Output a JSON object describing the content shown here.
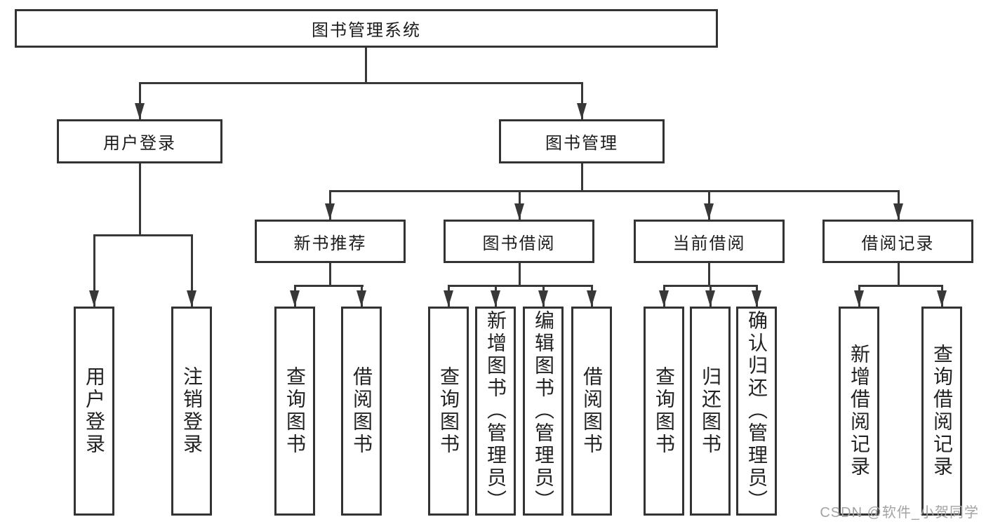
{
  "diagram": {
    "title": "图书管理系统",
    "root": {
      "label": "图书管理系统",
      "children": [
        {
          "label": "用户登录",
          "children": [
            {
              "label": "用户登录"
            },
            {
              "label": "注销登录"
            }
          ]
        },
        {
          "label": "图书管理",
          "children": [
            {
              "label": "新书推荐",
              "children": [
                {
                  "label": "查询图书"
                },
                {
                  "label": "借阅图书"
                }
              ]
            },
            {
              "label": "图书借阅",
              "children": [
                {
                  "label": "查询图书"
                },
                {
                  "label": "新增图书（管理员）"
                },
                {
                  "label": "编辑图书（管理员）"
                },
                {
                  "label": "借阅图书"
                }
              ]
            },
            {
              "label": "当前借阅",
              "children": [
                {
                  "label": "查询图书"
                },
                {
                  "label": "归还图书"
                },
                {
                  "label": "确认归还（管理员）"
                }
              ]
            },
            {
              "label": "借阅记录",
              "children": [
                {
                  "label": "新增借阅记录"
                },
                {
                  "label": "查询借阅记录"
                }
              ]
            }
          ]
        }
      ]
    }
  },
  "colors": {
    "line": "#383838",
    "border": "#333333",
    "text": "#1c1c1c",
    "watermark": "#a3a3a3",
    "background": "#ffffff"
  },
  "watermark": {
    "text": "CSDN @软件_小贺同学"
  }
}
